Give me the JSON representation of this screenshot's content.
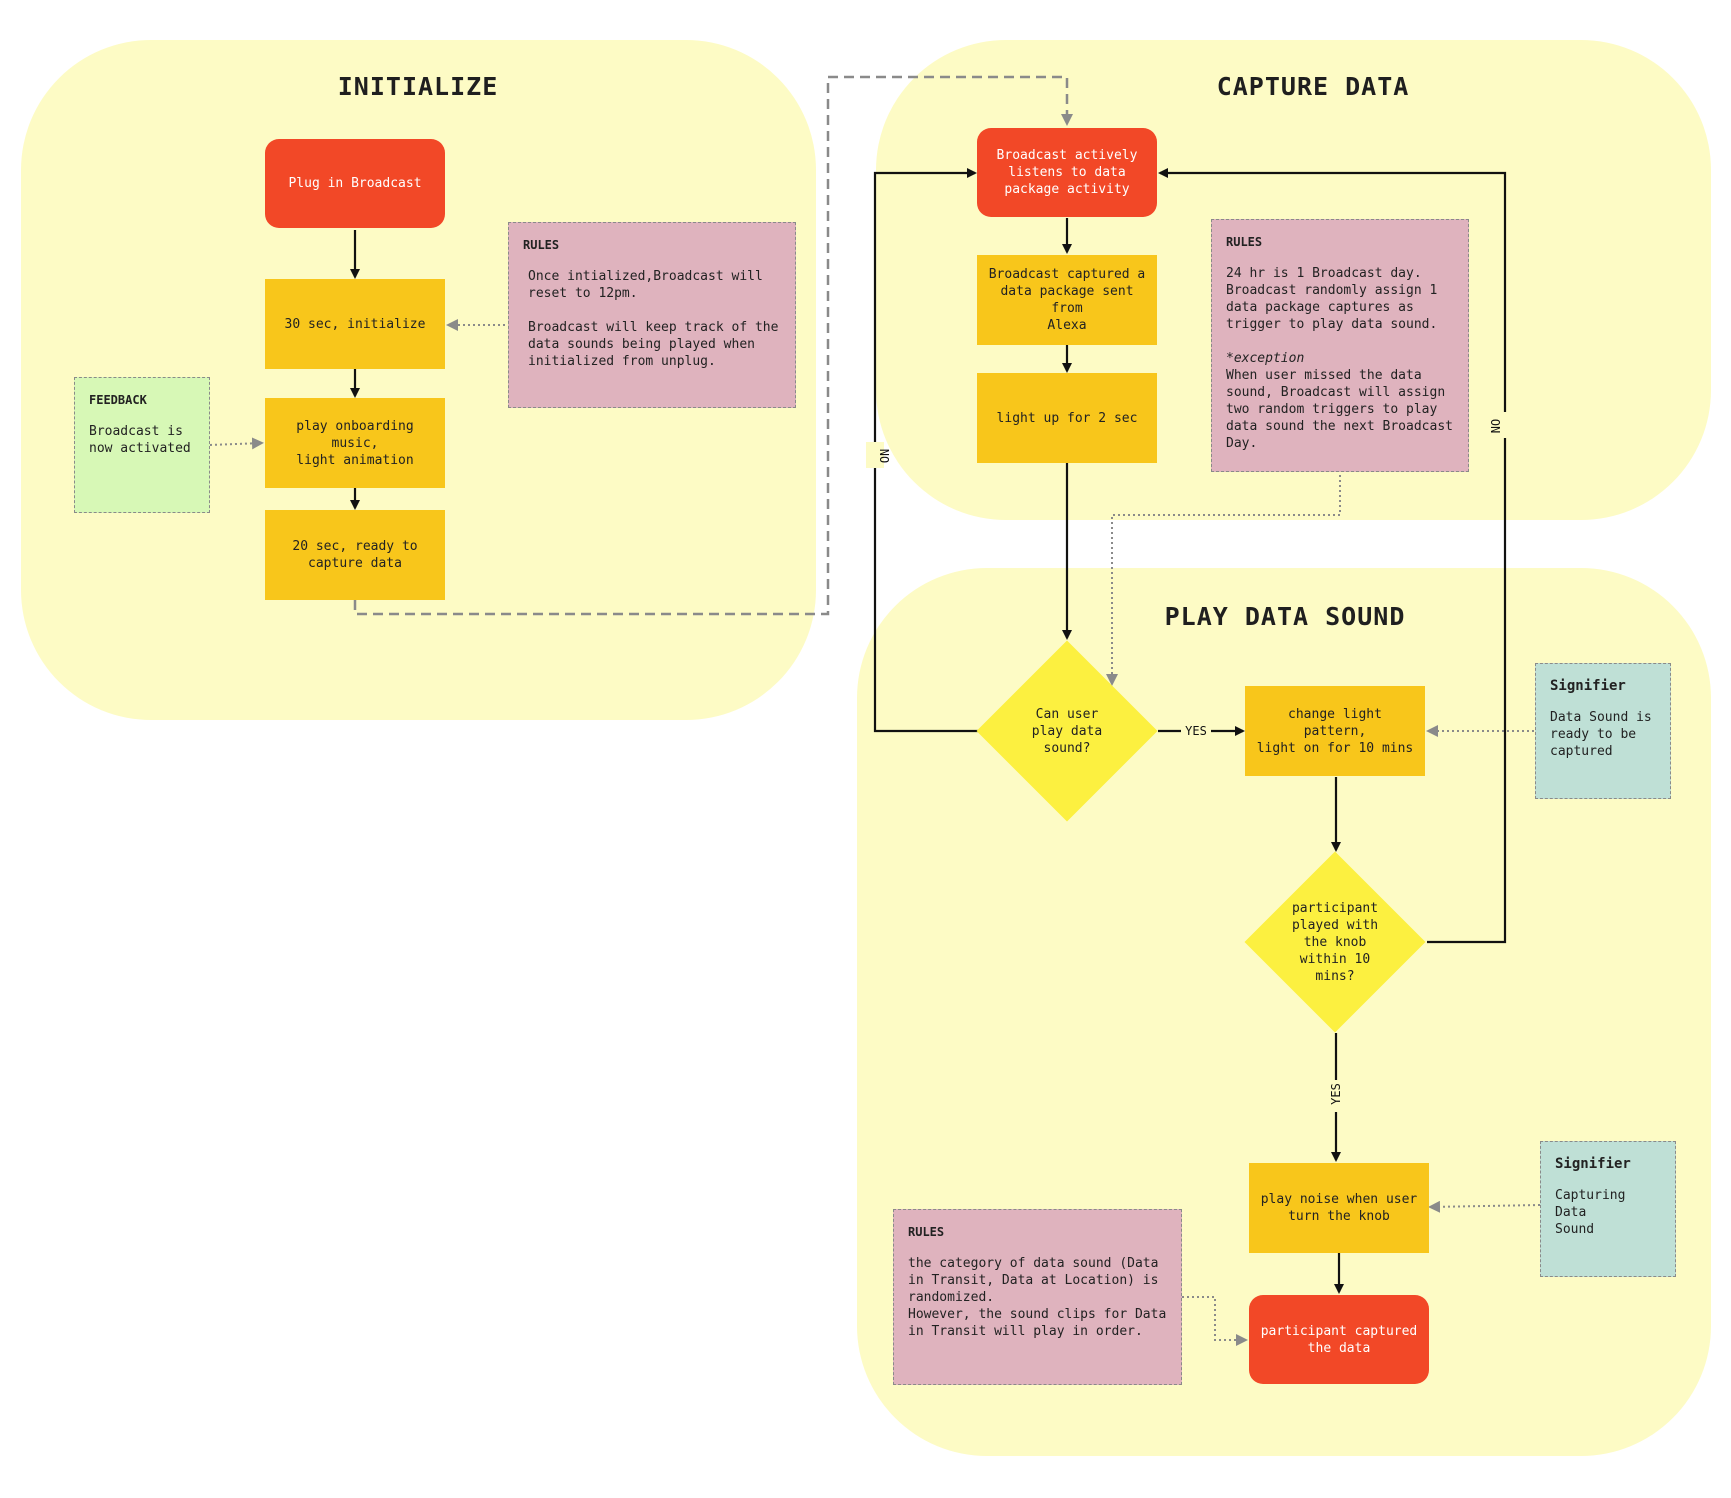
{
  "regions": {
    "initialize": "INITIALIZE",
    "capture": "CAPTURE DATA",
    "play": "PLAY DATA SOUND"
  },
  "nodes": {
    "plug_in": "Plug in Broadcast",
    "init_30": "30 sec, initialize",
    "onboarding": "play onboarding music,\nlight animation",
    "ready_20": "20 sec, ready to\ncapture data",
    "listens": "Broadcast actively\nlistens to data\npackage activity",
    "captured_package": "Broadcast captured a\ndata package sent from\nAlexa",
    "light_up": "light up for 2 sec",
    "can_play": "Can user\nplay data\nsound?",
    "change_light": "change light pattern,\nlight on for 10 mins",
    "played_knob": "participant\nplayed with\nthe knob\nwithin 10\nmins?",
    "play_noise": "play noise when user\nturn the knob",
    "participant_captured": "participant captured\nthe data"
  },
  "notes": {
    "rules_init": {
      "title": "RULES",
      "body": "Once intialized,Broadcast will\nreset to 12pm.\n\nBroadcast will keep track of the\ndata sounds being played when\ninitialized from unplug."
    },
    "feedback": {
      "title": "FEEDBACK",
      "body": "Broadcast is\nnow activated"
    },
    "rules_capture": {
      "title": "RULES",
      "body": "24 hr is 1 Broadcast day.\nBroadcast randomly assign 1\ndata package captures as\ntrigger to play data sound.",
      "exception_label": "*exception",
      "exception_body": "When user missed the data\nsound, Broadcast will assign\ntwo random triggers to play\ndata sound the next Broadcast\nDay."
    },
    "signifier_ready": {
      "title": "Signifier",
      "body": "Data Sound is\nready to be\ncaptured"
    },
    "signifier_capturing": {
      "title": "Signifier",
      "body": "Capturing Data\nSound"
    },
    "rules_play": {
      "title": "RULES",
      "body": "the category of data sound (Data\nin Transit, Data at Location) is\nrandomized.\nHowever, the sound clips for Data\nin Transit will play in order."
    }
  },
  "edge_labels": {
    "no_left": "NO",
    "no_right": "NO",
    "yes_right": "YES",
    "yes_down": "YES"
  },
  "colors": {
    "region": "#fdfbc5",
    "terminal": "#f24827",
    "process": "#f8c61b",
    "decision": "#fcf040",
    "rules_note": "#dfb3be",
    "feedback_note": "#d7f8b6",
    "signifier_note": "#bfe0d6"
  }
}
